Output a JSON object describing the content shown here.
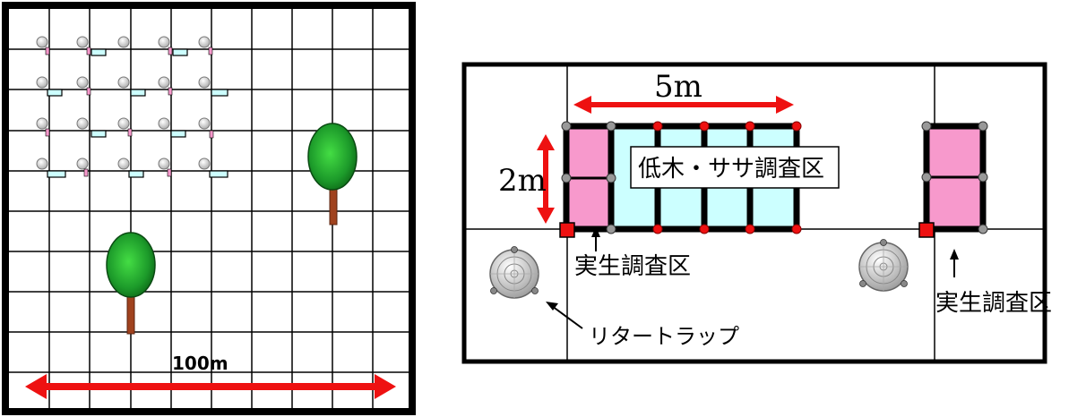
{
  "left_panel": {
    "scale_label": "100m",
    "colors": {
      "arrow": "#ee1111",
      "tree_crown": "#22aa33",
      "trunk": "#a0421e",
      "grid": "#000000"
    }
  },
  "right_panel": {
    "width_label": "5m",
    "height_label": "2m",
    "shrub_plot_label": "低木・ササ調査区",
    "seedling_plot_label_1": "実生調査区",
    "seedling_plot_label_2": "実生調査区",
    "trap_label": "リタートラップ",
    "colors": {
      "seedling_cell": "#f799cc",
      "shrub_cell": "#ccffff",
      "marker": "#ee1111",
      "post": "#999999"
    }
  }
}
